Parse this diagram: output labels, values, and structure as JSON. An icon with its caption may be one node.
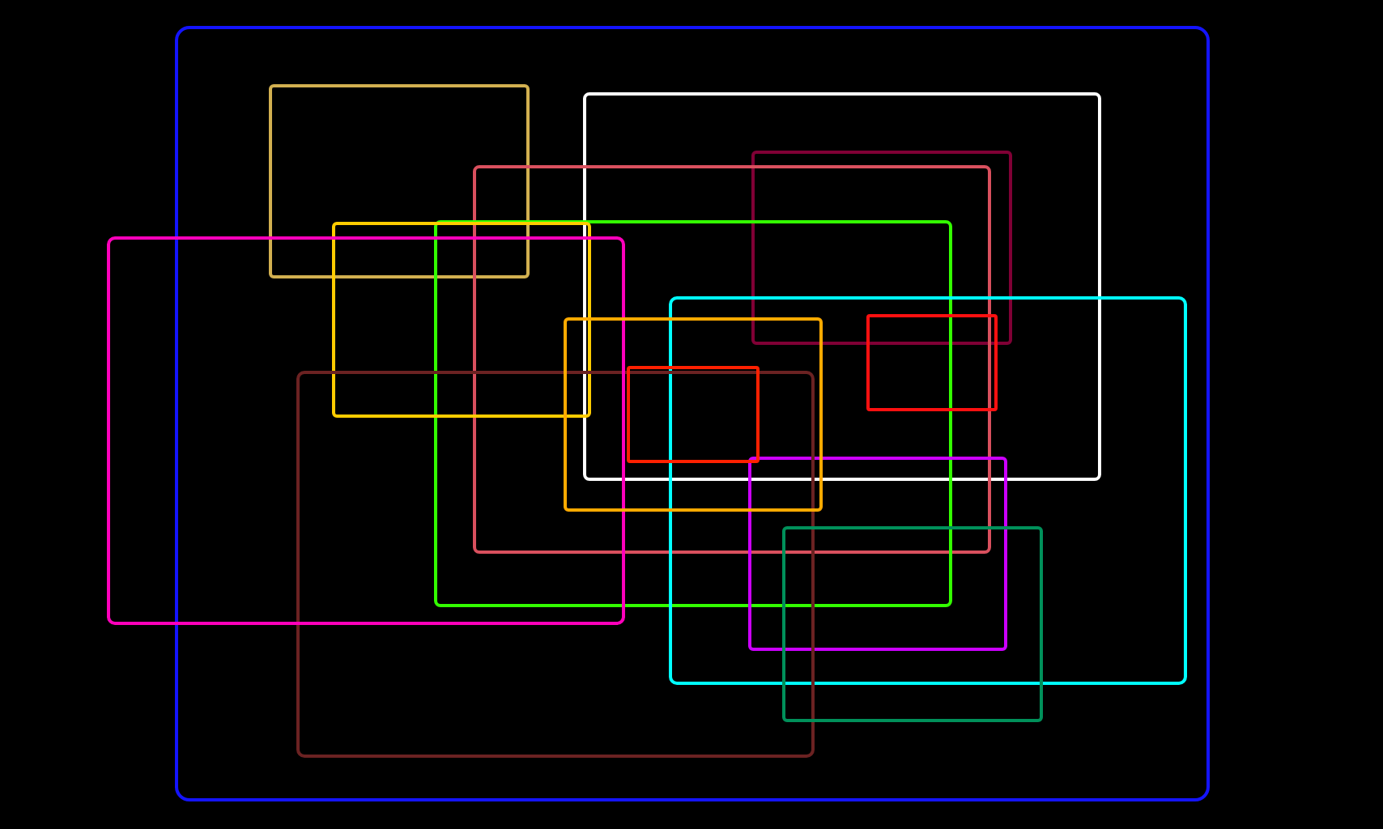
{
  "diagram": {
    "nodes": [
      {
        "text": [],
        "shape": "box"
      },
      {
        "text": [],
        "shape": "box",
        "in": 0
      },
      {
        "text": [],
        "shape": "box",
        "in": 0
      },
      {
        "text": [],
        "shape": "box",
        "in": 2
      },
      {
        "text": [],
        "shape": "box",
        "in": 0
      },
      {
        "text": [],
        "shape": "box",
        "in": 0
      },
      {
        "text": [],
        "shape": "box",
        "in": 0
      },
      {
        "text": [],
        "shape": "box"
      },
      {
        "text": [],
        "shape": "box",
        "in": 0
      },
      {
        "text": [],
        "shape": "box"
      },
      {
        "text": [],
        "shape": "box"
      },
      {
        "text": [],
        "shape": "box"
      },
      {
        "text": [],
        "shape": "box",
        "in": 0
      },
      {
        "text": [],
        "shape": "box",
        "in": 8
      },
      {
        "text": [],
        "shape": "box",
        "in": 0
      }
    ]
  }
}
